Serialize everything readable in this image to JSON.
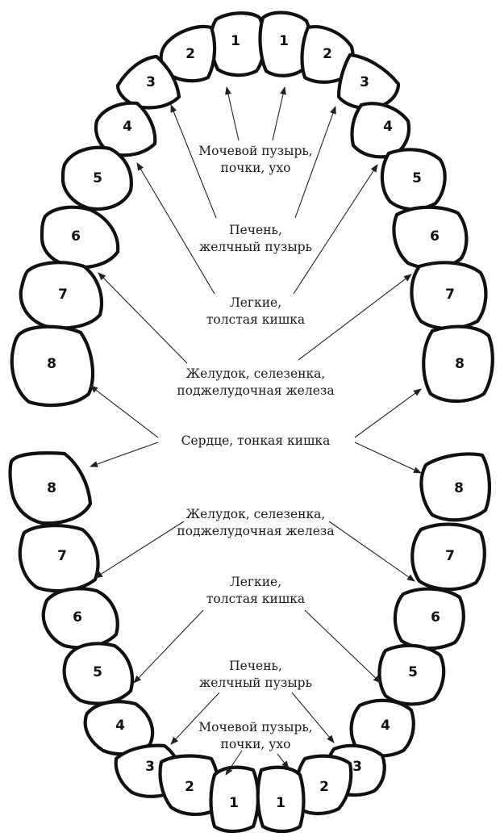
{
  "upper_jaw": {
    "left_teeth": [
      "1",
      "2",
      "3",
      "4",
      "5",
      "6",
      "7",
      "8"
    ],
    "right_teeth": [
      "1",
      "2",
      "3",
      "4",
      "5",
      "6",
      "7",
      "8"
    ]
  },
  "lower_jaw": {
    "left_teeth": [
      "8",
      "7",
      "6",
      "5",
      "4",
      "3",
      "2",
      "1"
    ],
    "right_teeth": [
      "8",
      "7",
      "6",
      "5",
      "4",
      "3",
      "2",
      "1"
    ]
  },
  "labels": {
    "upper_bladder": [
      "Мочевой пузырь,",
      "почки, ухо"
    ],
    "upper_liver": [
      "Печень,",
      "желчный пузырь"
    ],
    "upper_lungs": [
      "Легкие,",
      "толстая кишка"
    ],
    "upper_stomach": [
      "Желудок, селезенка,",
      "поджелудочная железа"
    ],
    "heart": [
      "Сердце, тонкая кишка"
    ],
    "lower_stomach": [
      "Желудок, селезенка,",
      "поджелудочная железа"
    ],
    "lower_lungs": [
      "Легкие,",
      "толстая кишка"
    ],
    "lower_liver": [
      "Печень,",
      "желчный пузырь"
    ],
    "lower_bladder": [
      "Мочевой пузырь,",
      "почки, ухо"
    ]
  }
}
